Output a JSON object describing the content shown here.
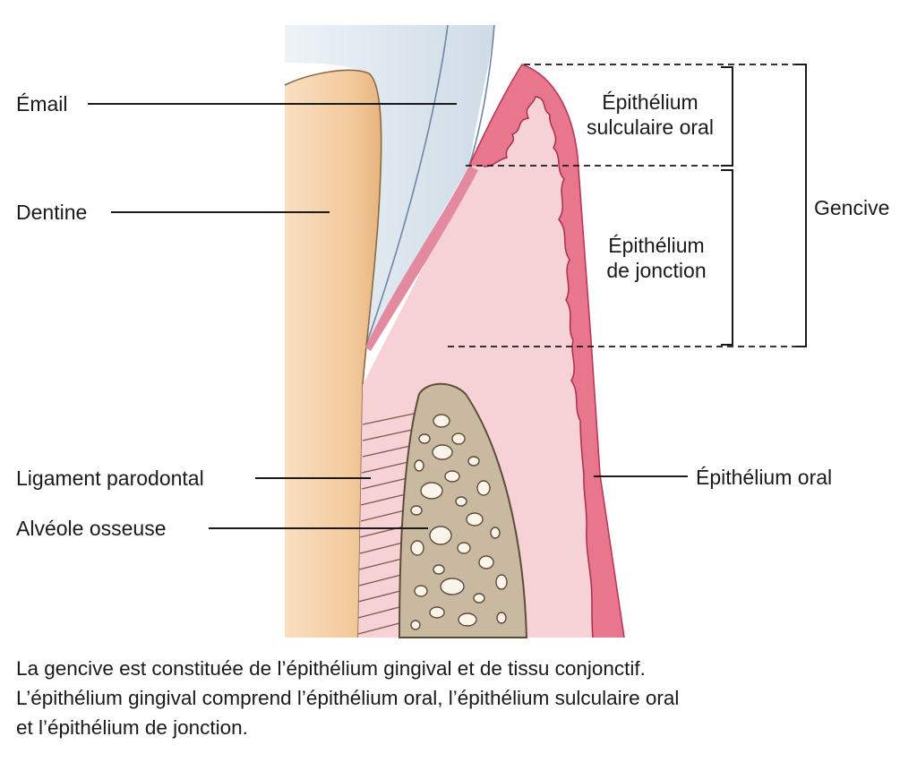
{
  "labels": {
    "email": "Émail",
    "dentine": "Dentine",
    "ligament": "Ligament parodontal",
    "alveole": "Alvéole osseuse",
    "sulculaire_line1": "Épithélium",
    "sulculaire_line2": "sulculaire oral",
    "jonction_line1": "Épithélium",
    "jonction_line2": "de jonction",
    "gencive": "Gencive",
    "oral": "Épithélium oral"
  },
  "caption": {
    "line1": "La gencive est constituée de l’épithélium gingival et de tissu conjonctif.",
    "line2": "L’épithélium gingival comprend l’épithélium oral, l’épithélium sulculaire oral",
    "line3": "et l’épithélium de jonction."
  },
  "colors": {
    "dentine": "#f3c99c",
    "enamel": "#dfe7ee",
    "gingiva": "#f6d2d6",
    "epithelium": "#e8768c",
    "bone": "#c9b9a1",
    "bone_pores": "#fbf4ea"
  }
}
